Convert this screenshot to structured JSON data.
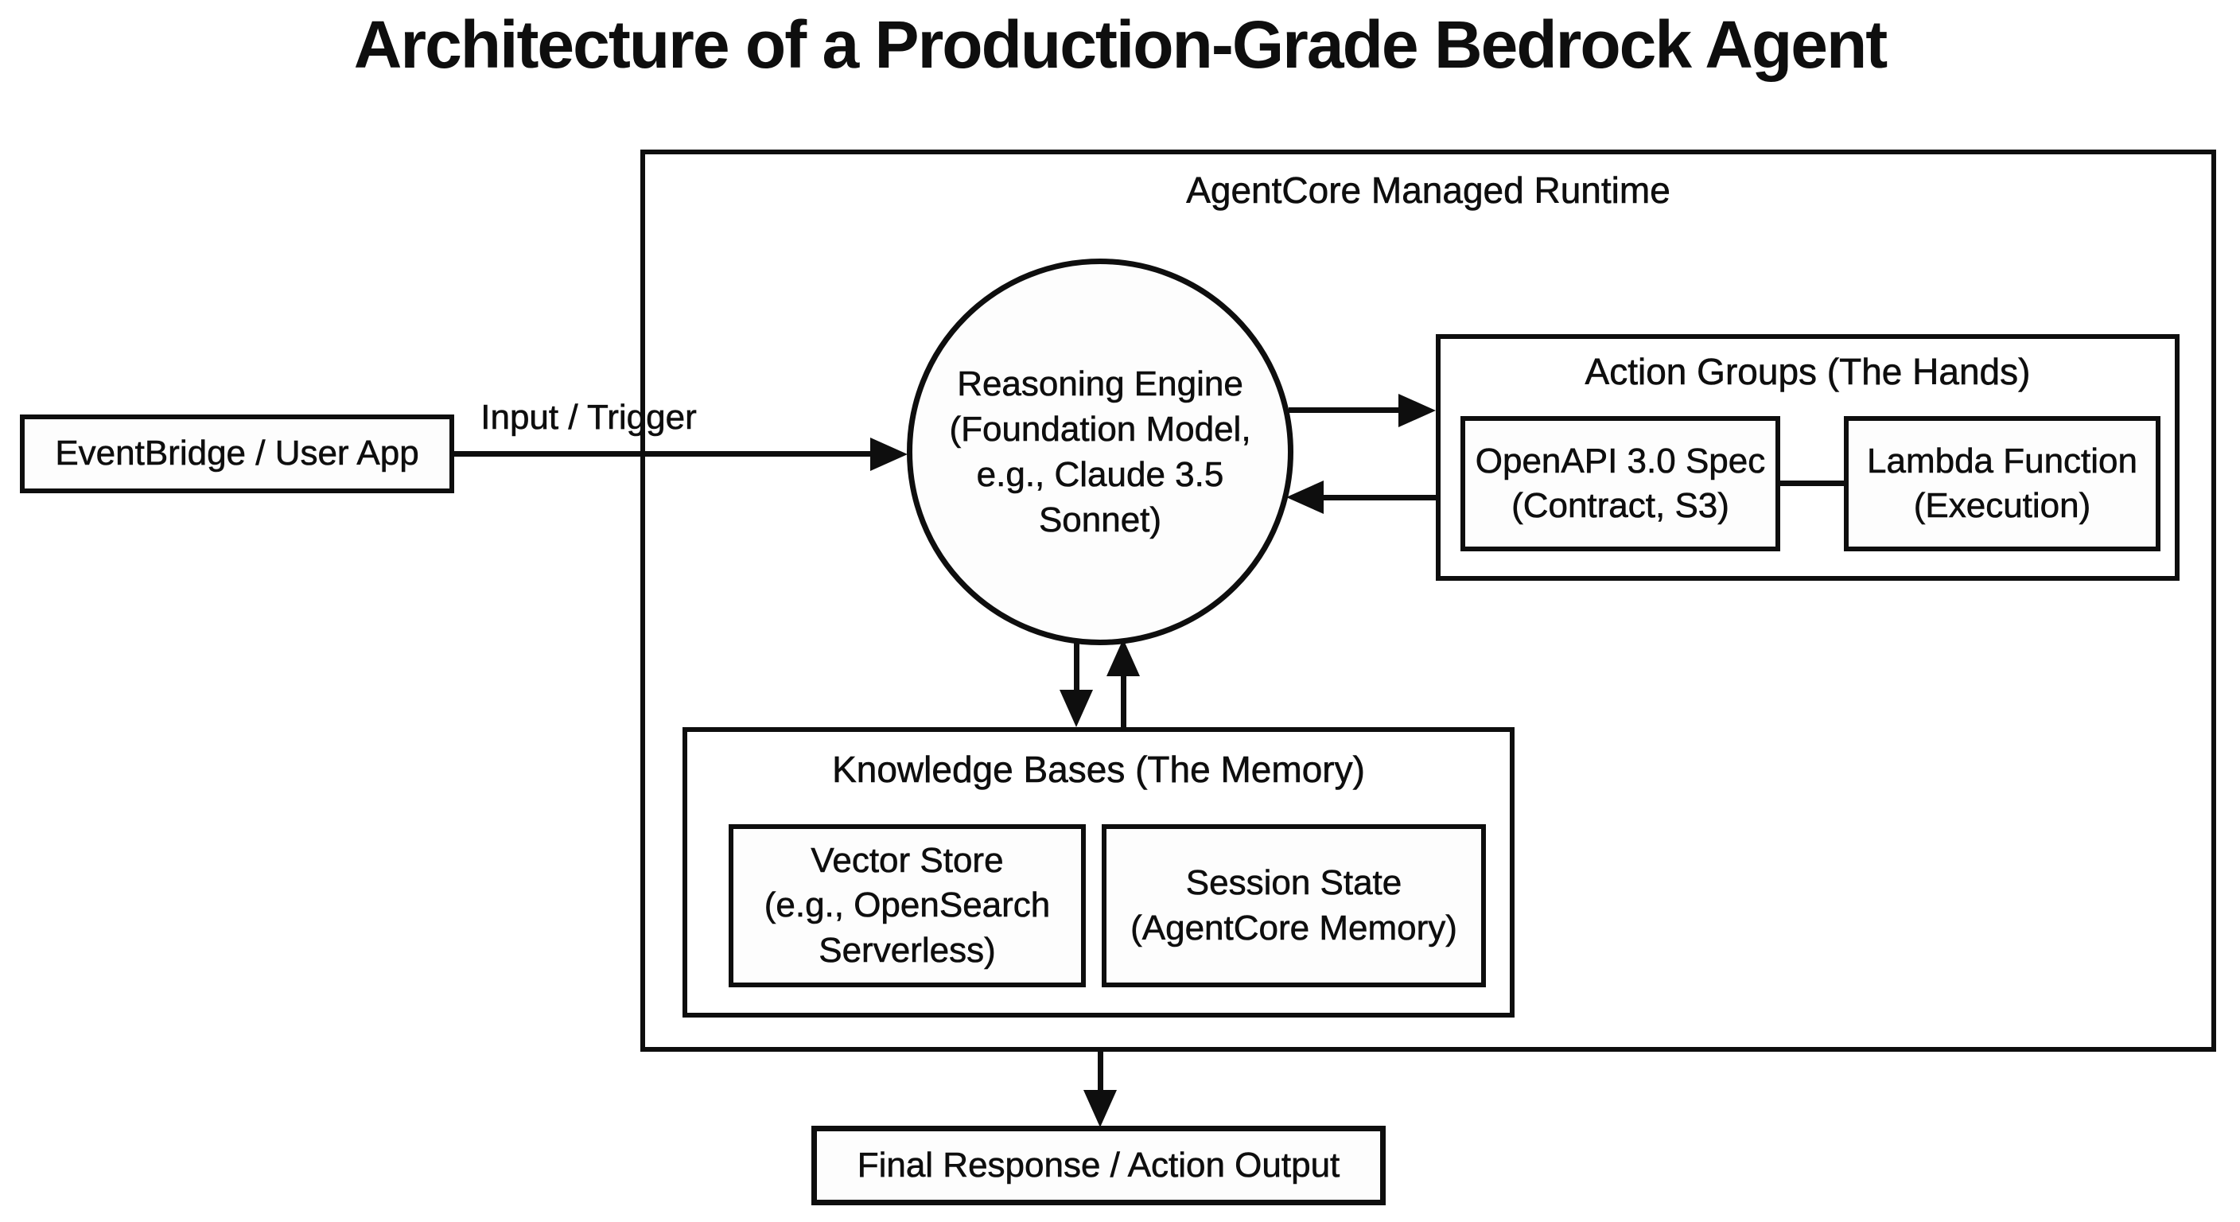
{
  "title": "Architecture of a Production-Grade Bedrock Agent",
  "colors": {
    "ink": "#0e0e0e",
    "background": "#ffffff"
  },
  "nodes": {
    "eventbridge": {
      "label": "EventBridge / User App"
    },
    "runtime": {
      "label": "AgentCore Managed Runtime"
    },
    "reasoning_engine": {
      "lines": [
        "Reasoning Engine",
        "(Foundation Model,",
        "e.g., Claude 3.5",
        "Sonnet)"
      ]
    },
    "action_groups": {
      "label": "Action Groups (The Hands)",
      "openapi_spec": {
        "lines": [
          "OpenAPI 3.0 Spec",
          "(Contract, S3)"
        ]
      },
      "lambda_function": {
        "lines": [
          "Lambda Function",
          "(Execution)"
        ]
      }
    },
    "knowledge_bases": {
      "label": "Knowledge Bases (The Memory)",
      "vector_store": {
        "lines": [
          "Vector Store",
          "(e.g., OpenSearch",
          "Serverless)"
        ]
      },
      "session_state": {
        "lines": [
          "Session State",
          "(AgentCore Memory)"
        ]
      }
    },
    "final_output": {
      "label": "Final Response / Action Output"
    }
  },
  "edges": {
    "input_trigger_label": "Input / Trigger"
  }
}
